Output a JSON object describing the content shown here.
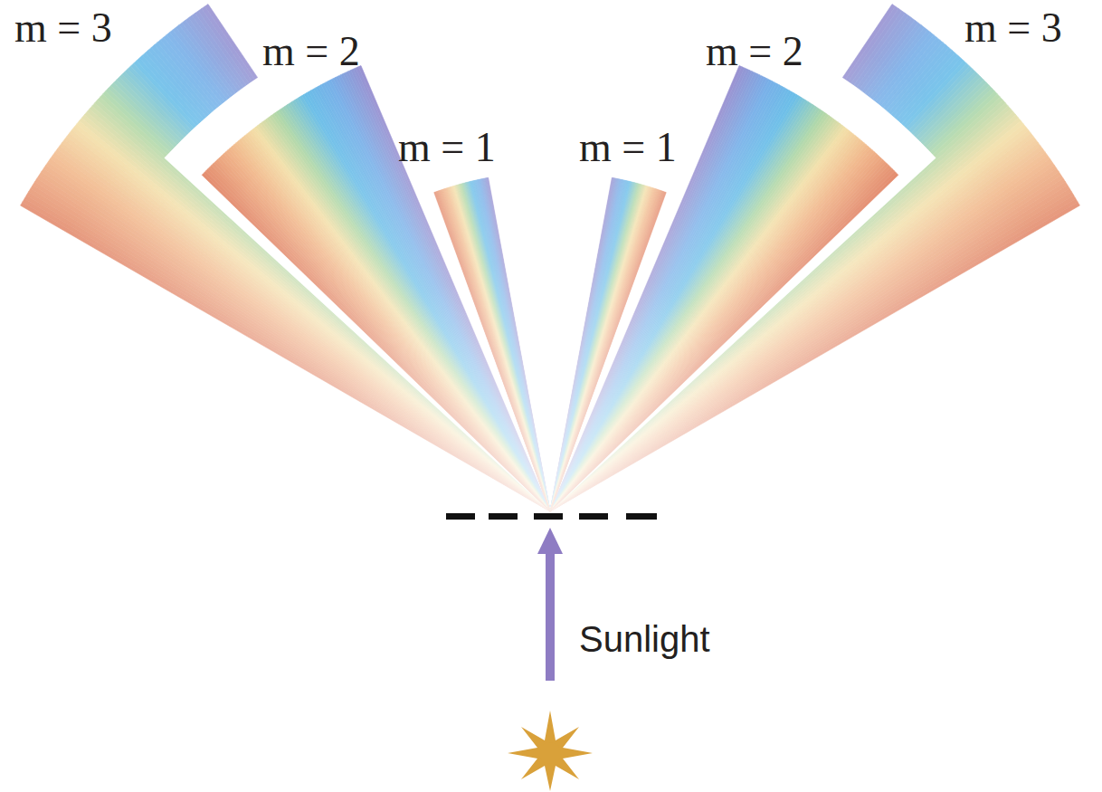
{
  "diagram": {
    "labels": [
      "m = 3",
      "m = 2",
      "m = 1",
      "m = 1",
      "m = 2",
      "m = 3",
      "Sunlight"
    ]
  }
}
